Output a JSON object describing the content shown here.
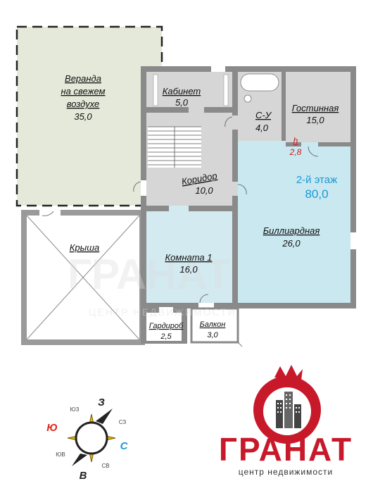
{
  "floor": {
    "label": "2-й этаж",
    "area": "80,0"
  },
  "ceiling": {
    "label": "h",
    "value": "2,8"
  },
  "rooms": {
    "veranda": {
      "line1": "Веранда",
      "line2": "на свежем",
      "line3": "воздухе",
      "area": "35,0"
    },
    "kabinet": {
      "name": "Кабинет",
      "area": "5,0"
    },
    "su": {
      "name": "С-У",
      "area": "4,0"
    },
    "gostinaya": {
      "name": "Гостинная",
      "area": "15,0"
    },
    "koridor": {
      "name": "Коридор",
      "area": "10,0"
    },
    "krysha": {
      "name": "Крыша"
    },
    "billiard": {
      "name": "Биллиардная",
      "area": "26,0"
    },
    "komnata1": {
      "name": "Комната 1",
      "area": "16,0"
    },
    "garderob": {
      "name": "Гардироб",
      "area": "2,5"
    },
    "balkon": {
      "name": "Балкон",
      "area": "3,0"
    }
  },
  "compass": {
    "n": "З",
    "e": "С",
    "s": "В",
    "w": "Ю",
    "nw": "ЮЗ",
    "ne": "СЗ",
    "sw": "ЮВ",
    "se": "СВ"
  },
  "brand": {
    "name": "ГРАНАТ",
    "tagline": "центр недвижимости"
  },
  "colors": {
    "veranda": "#e4e9d9",
    "room": "#d6d6d6",
    "billiard": "#c9e8f0",
    "komnata": "#d3eaf1",
    "wall": "#8a8a8a",
    "brand": "#c8192a",
    "floor_label": "#1a9ad6"
  }
}
